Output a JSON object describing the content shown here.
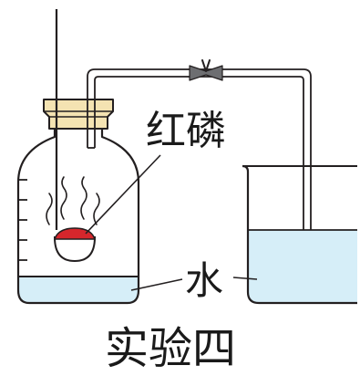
{
  "labels": {
    "red_phosphorus": "红磷",
    "water": "水",
    "caption": "实验四"
  },
  "colors": {
    "outline": "#231f20",
    "water": "#d6eef8",
    "stopper": "#f4e3b2",
    "phosphorus": "#d6262c",
    "spoon_bowl": "#ffffff",
    "background": "#ffffff"
  },
  "icons": {
    "clamp": "spring-clip-icon",
    "smoke": "smoke-wisps-icon"
  }
}
